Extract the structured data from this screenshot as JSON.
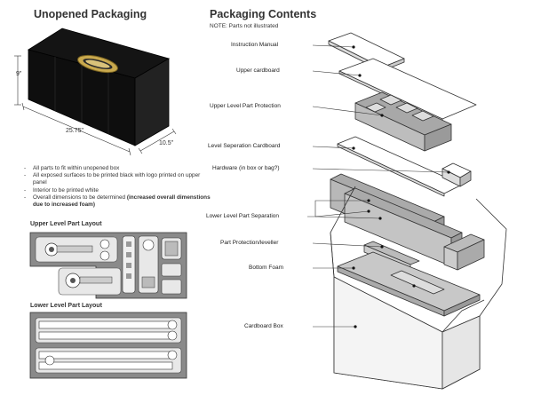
{
  "left": {
    "title": "Unopened Packaging",
    "dims": {
      "height": "9\"",
      "length": "25.75\"",
      "width": "10.5\""
    },
    "notes": [
      "All parts to fit within unopened box",
      "All exposed surfaces to be printed black with logo printed on upper panel",
      "Interior to be printed white"
    ],
    "last_note": {
      "normal": "Overall dimensions to be determined ",
      "bold": "(increased overall dimenstions due to increased foam)"
    },
    "upper_layout_title": "Upper Level Part Layout",
    "lower_layout_title": "Lower Level Part Layout"
  },
  "right": {
    "title": "Packaging Contents",
    "note": "NOTE: Parts not illustrated",
    "labels": [
      "Instruction Manual",
      "Upper cardboard",
      "Upper Level Part Protection",
      "Level Seperation Cardboard",
      "Hardware (in box or bag?)",
      "Lower Level Part Separation",
      "Part Protection/leveller",
      "Bottom Foam",
      "Cardboard Box"
    ]
  }
}
